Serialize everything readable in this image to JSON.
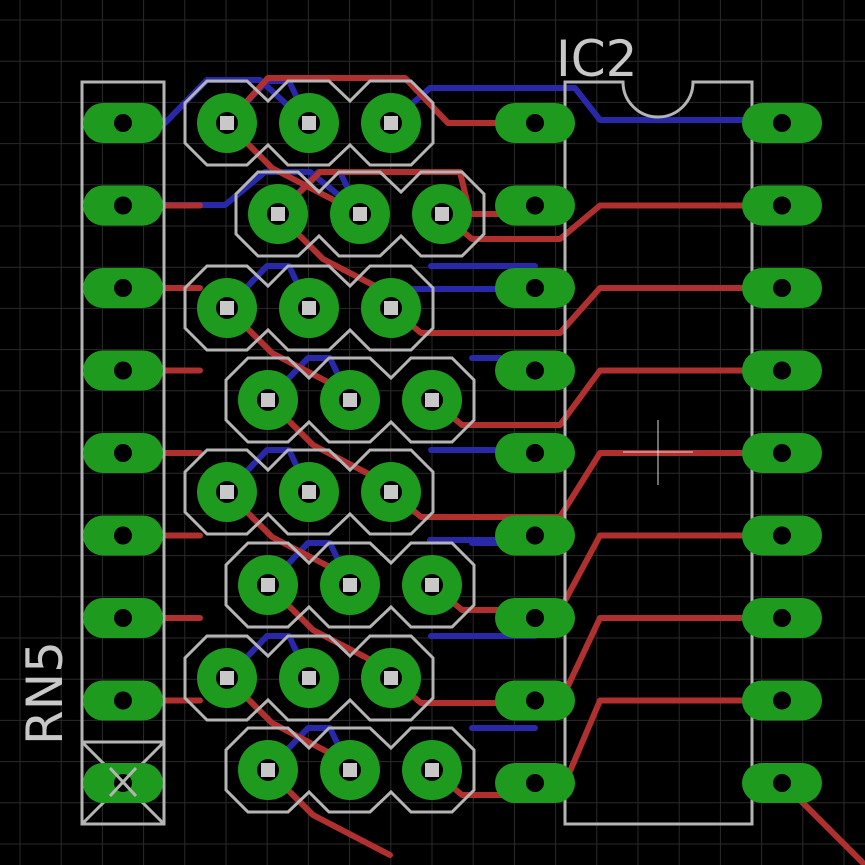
{
  "labels": {
    "ic": "IC2",
    "resistor_network": "RN5"
  },
  "colors": {
    "background": "#000000",
    "grid": "#2a2a2a",
    "pad": "#1e9a1e",
    "drill": "#c8c8c8",
    "silkscreen": "#b4b4b4",
    "top_trace": "#b03030",
    "bottom_trace": "#2828a8"
  },
  "board": {
    "rn5_pin_count": 9,
    "ic2_pins_per_side": 9,
    "header_count": 8,
    "pins_per_header": 3
  }
}
